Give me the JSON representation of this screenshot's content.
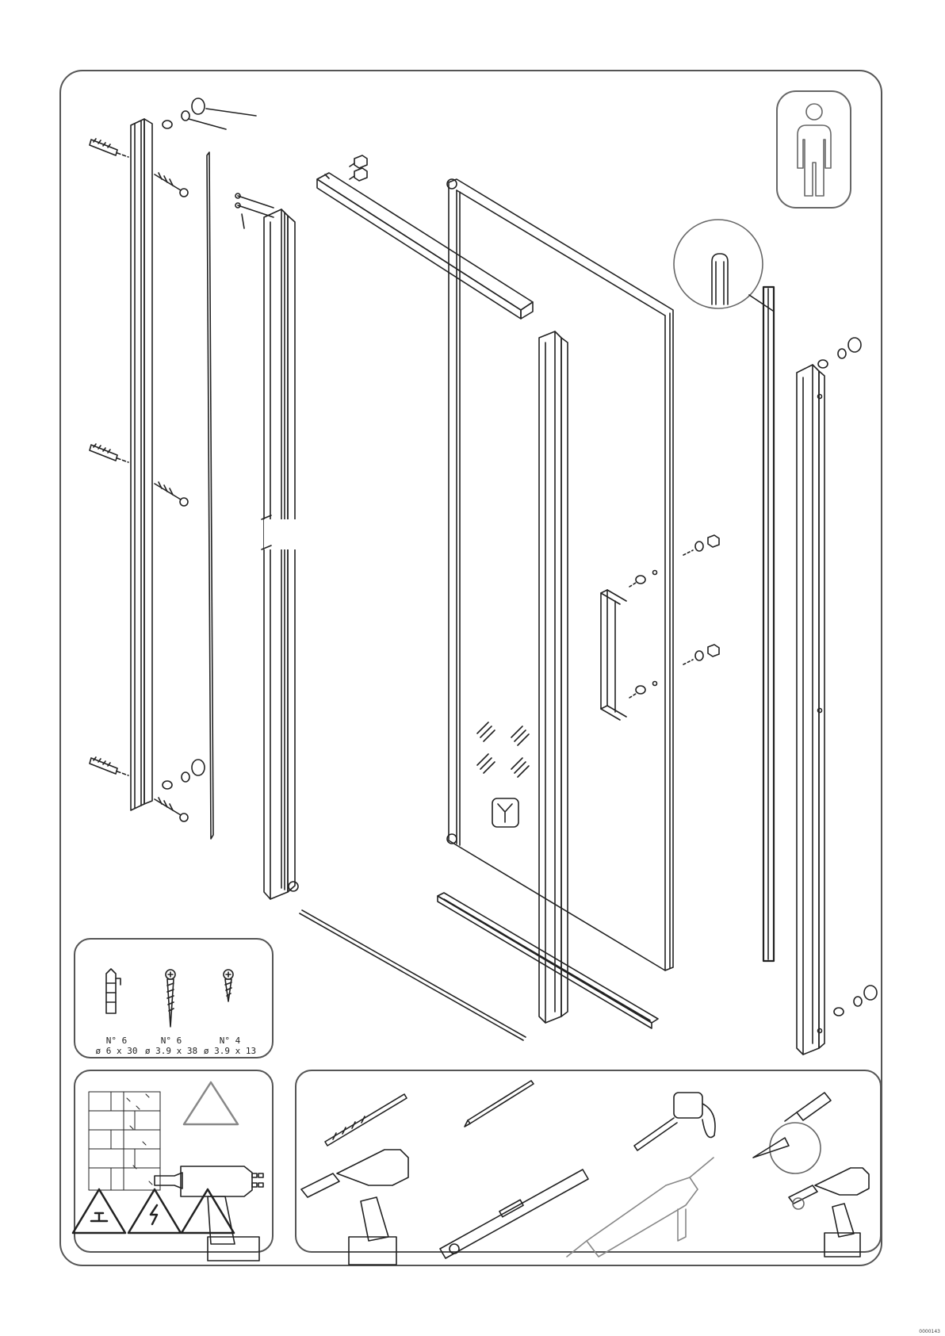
{
  "hardware": {
    "plug": {
      "n": "N° 6",
      "dim": "ø 6 x 30"
    },
    "long_screw": {
      "n": "N° 6",
      "dim": "ø 3.9 x 38"
    },
    "short_screw": {
      "n": "N° 4",
      "dim": "ø 3.9 x 13"
    }
  },
  "footer_code": "0000143"
}
